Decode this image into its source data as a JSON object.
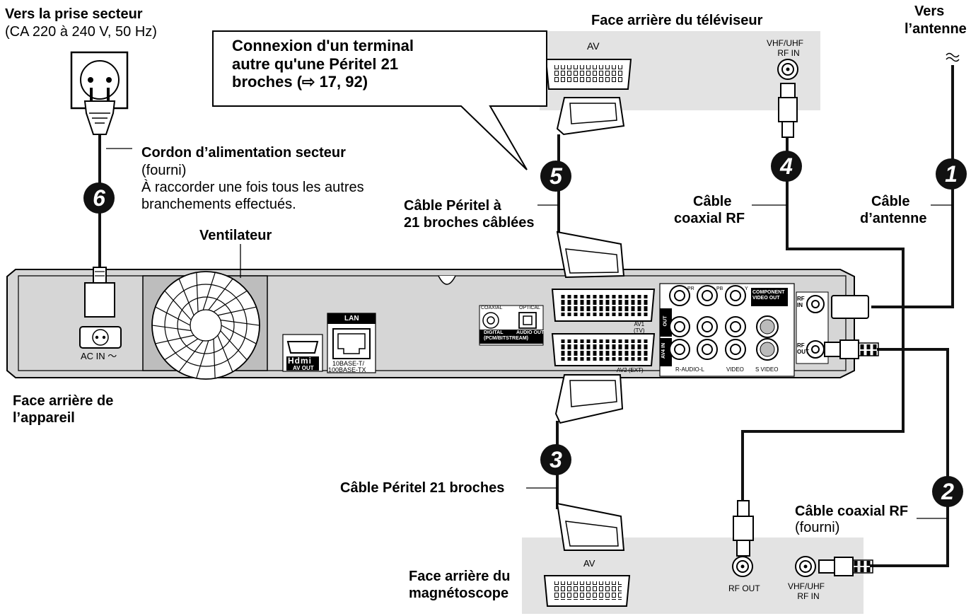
{
  "labels": {
    "power_outlet_title": "Vers la prise secteur",
    "power_outlet_spec": "(CA 220 à 240 V, 50 Hz)",
    "callout_line1": "Connexion d'un terminal",
    "callout_line2": "autre qu'une Péritel 21",
    "callout_line3": "broches (⇨ 17, 92)",
    "tv_rear": "Face arrière du téléviseur",
    "antenna_line1": "Vers",
    "antenna_line2": "l’antenne",
    "power_cord_title": "Cordon d’alimentation secteur",
    "power_cord_supplied": "(fourni)",
    "power_cord_note1": "À raccorder une fois tous les autres",
    "power_cord_note2": "branchements effectués.",
    "scart_wired_line1": "Câble Péritel à",
    "scart_wired_line2": "21 broches câblées",
    "rf_coax_line1": "Câble",
    "rf_coax_line2": "coaxial RF",
    "antenna_cable_line1": "Câble",
    "antenna_cable_line2": "d’antenne",
    "fan": "Ventilateur",
    "unit_rear_line1": "Face arrière de",
    "unit_rear_line2": "l’appareil",
    "scart21": "Câble Péritel 21 broches",
    "rf_coax_supplied_title": "Câble coaxial RF",
    "rf_coax_supplied_note": "(fourni)",
    "vcr_rear_line1": "Face arrière du",
    "vcr_rear_line2": "magnétoscope"
  },
  "panel": {
    "tv_av": "AV",
    "tv_vhf_line1": "VHF/UHF",
    "tv_vhf_line2": "RF IN",
    "ac_in": "AC IN ～",
    "hdmi_logo": "Hdmi",
    "hdmi_av_out": "AV OUT",
    "lan": "LAN",
    "lan_spec1": "10BASE-T/",
    "lan_spec2": "100BASE-TX",
    "coaxial": "COAXIAL",
    "optical": "OPTICAL",
    "digital_line1": "DIGITAL",
    "digital_line2": "(PCM/BITSTREAM)",
    "audio_out": "AUDIO OUT",
    "av1_line1": "AV1",
    "av1_line2": "(TV)",
    "av2": "AV2  (EXT)",
    "pr": "PR",
    "pb": "PB",
    "y": "Y",
    "component_line1": "COMPONENT",
    "component_line2": "VIDEO OUT",
    "out": "OUT",
    "av4in": "AV4 IN",
    "r_audio_l": "R-AUDIO-L",
    "video": "VIDEO",
    "svideo": "S VIDEO",
    "rf_in_line1": "RF",
    "rf_in_line2": "IN",
    "rf_out_line1": "RF",
    "rf_out_line2": "OUT",
    "vcr_av": "AV",
    "vcr_rf_out": "RF OUT",
    "vcr_vhf_line1": "VHF/UHF",
    "vcr_vhf_line2": "RF IN"
  },
  "steps": {
    "step1": "1",
    "step2": "2",
    "step3": "3",
    "step4": "4",
    "step5": "5",
    "step6": "6"
  },
  "colors": {
    "panel_gray": "#e3e3e3",
    "unit_body": "#d6d6d6",
    "cable": "#111111"
  }
}
